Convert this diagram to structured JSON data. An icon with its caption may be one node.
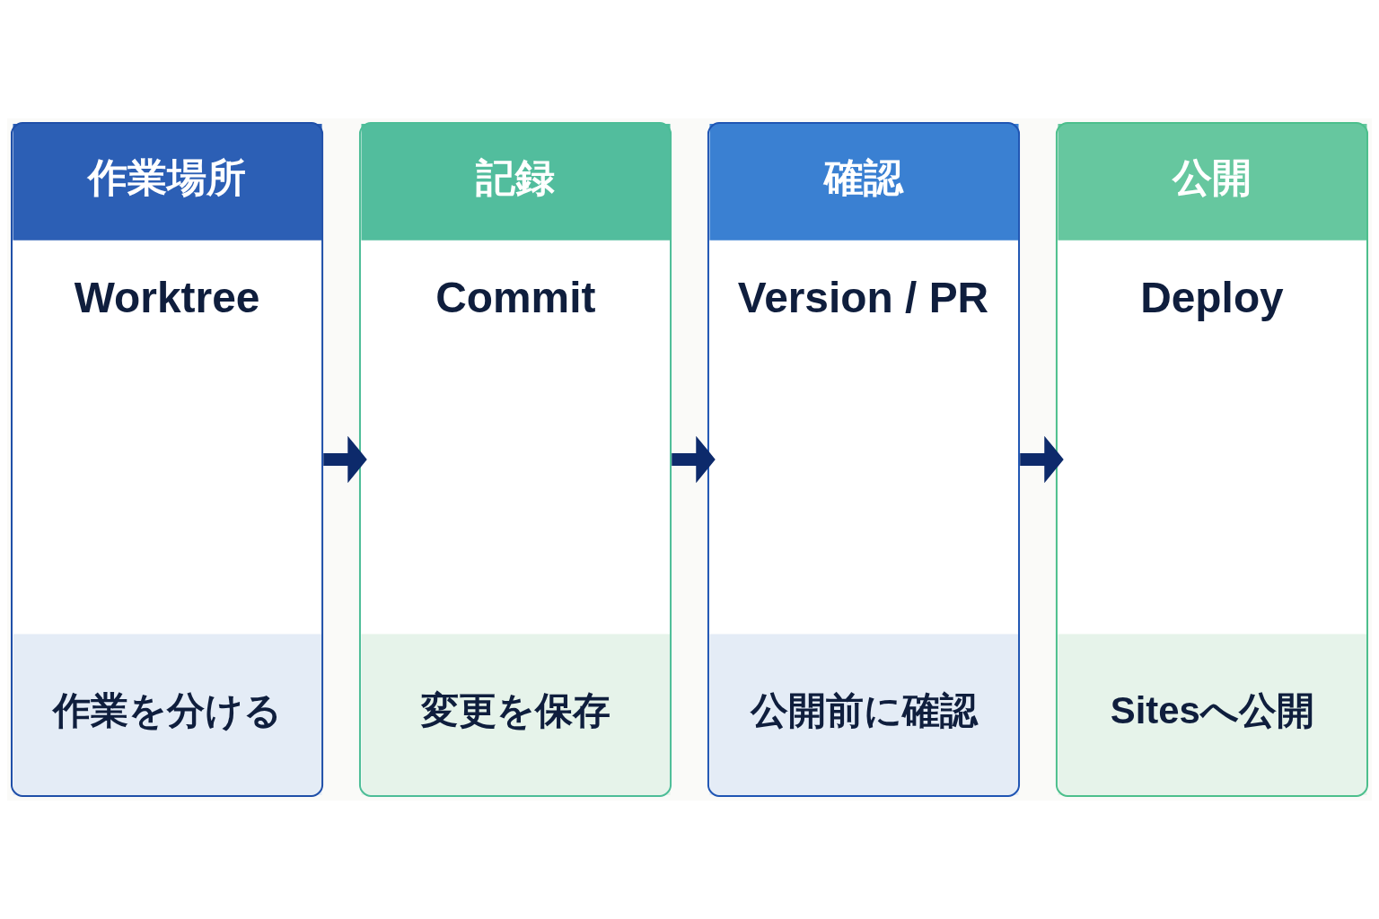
{
  "diagram": {
    "nodes": [
      {
        "text": [
          "作業場所",
          "Worktree",
          "作業を分ける"
        ]
      },
      {
        "text": [
          "記録",
          "Commit",
          "変更を保存"
        ]
      },
      {
        "text": [
          "確認",
          "Version / PR",
          "公開前に確認"
        ]
      },
      {
        "text": [
          "公開",
          "Deploy",
          "Sitesへ公開"
        ]
      }
    ],
    "edges": [
      {
        "from": 0,
        "to": 1,
        "arrow": "to"
      },
      {
        "from": 1,
        "to": 2,
        "arrow": "to"
      },
      {
        "from": 2,
        "to": 3,
        "arrow": "to"
      }
    ]
  }
}
